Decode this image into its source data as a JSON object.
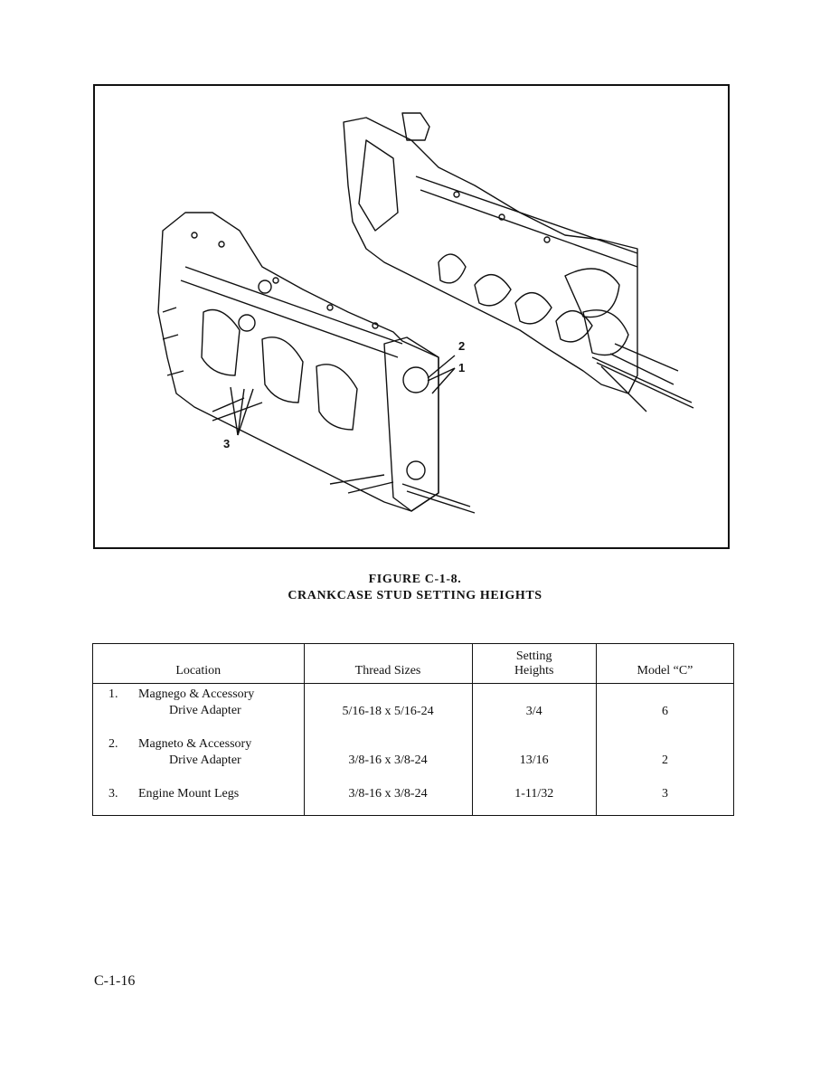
{
  "figure": {
    "callouts": [
      "2",
      "1",
      "3"
    ]
  },
  "caption": {
    "figure_label": "FIGURE C-1-8.",
    "title": "CRANKCASE STUD SETTING HEIGHTS"
  },
  "table": {
    "headers": {
      "location": "Location",
      "thread_sizes": "Thread Sizes",
      "setting_heights_line1": "Setting",
      "setting_heights_line2": "Heights",
      "model": "Model “C”"
    },
    "rows": [
      {
        "number": "1.",
        "location_line1": "Magnego & Accessory",
        "location_line2": "Drive Adapter",
        "thread_sizes": "5/16-18 x 5/16-24",
        "setting_height": "3/4",
        "model_c": "6"
      },
      {
        "number": "2.",
        "location_line1": "Magneto & Accessory",
        "location_line2": "Drive Adapter",
        "thread_sizes": "3/8-16 x 3/8-24",
        "setting_height": "13/16",
        "model_c": "2"
      },
      {
        "number": "3.",
        "location_line1": "Engine Mount Legs",
        "location_line2": "",
        "thread_sizes": "3/8-16 x 3/8-24",
        "setting_height": "1-11/32",
        "model_c": "3"
      }
    ]
  },
  "footer": {
    "page_number": "C-1-16"
  }
}
